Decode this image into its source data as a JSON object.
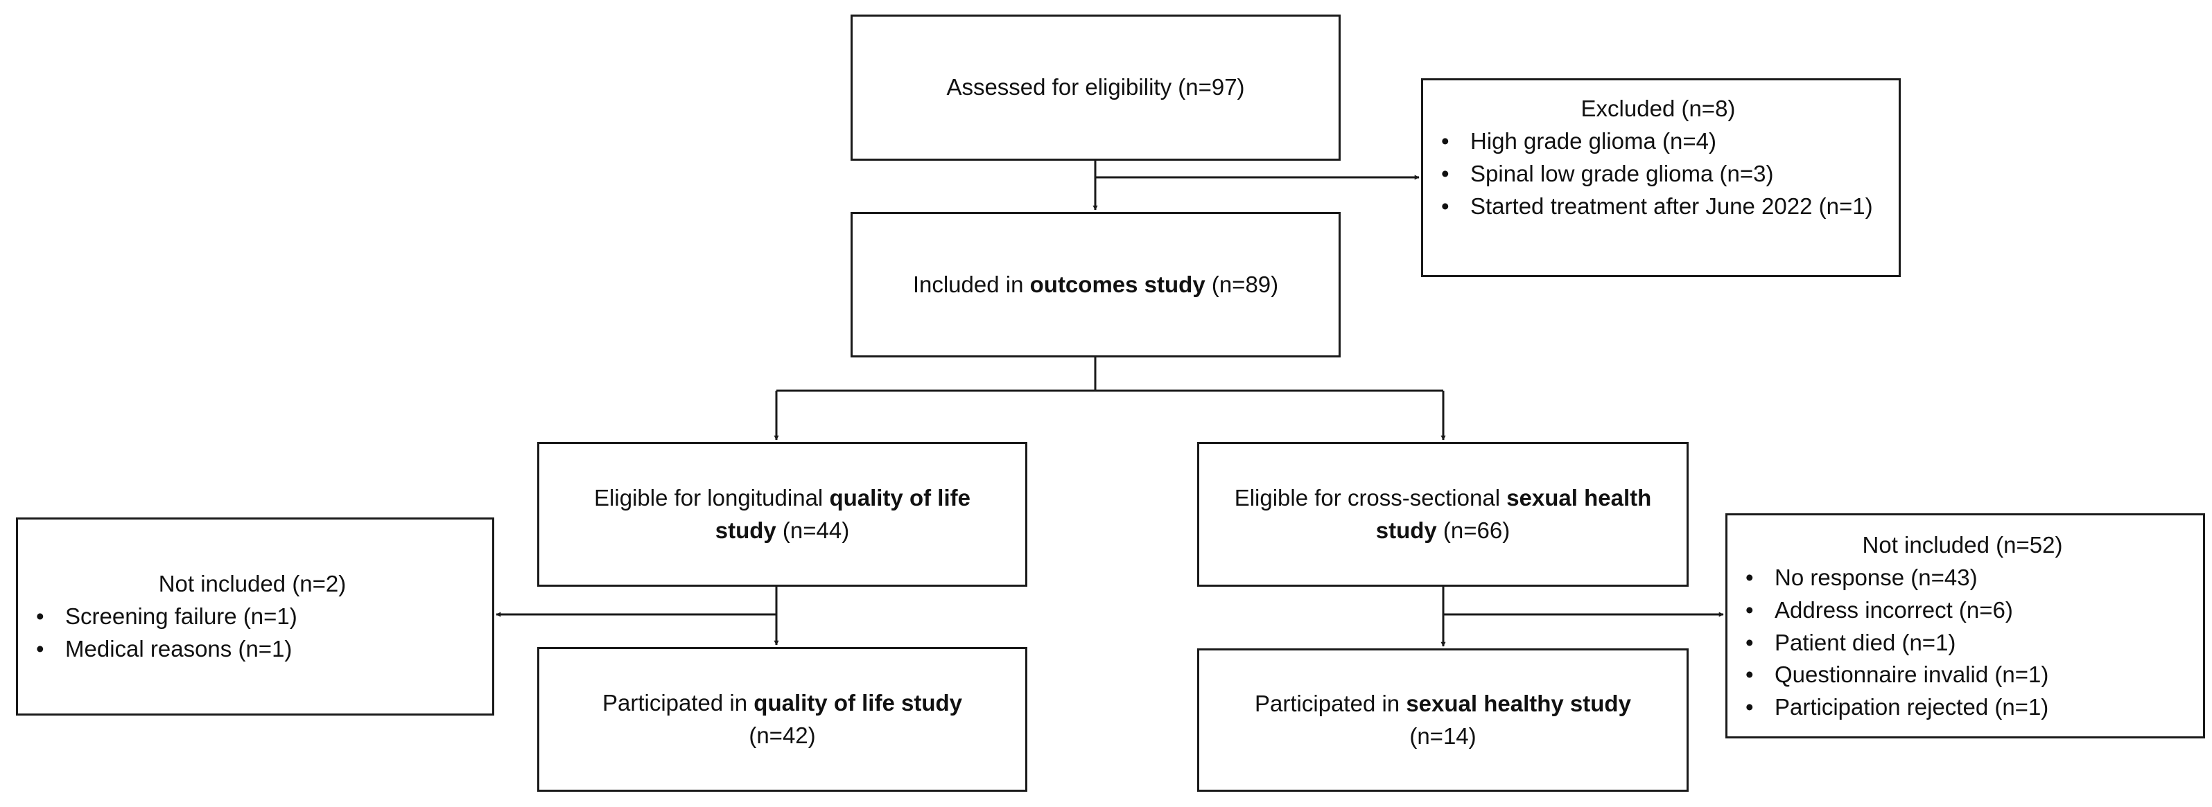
{
  "assessed": {
    "text": "Assessed for eligibility (n=97)"
  },
  "excluded": {
    "title": "Excluded (n=8)",
    "items": [
      "High grade glioma (n=4)",
      "Spinal low grade glioma (n=3)",
      "Started treatment after June 2022 (n=1)"
    ]
  },
  "outcomes": {
    "pre": "Included in ",
    "bold": "outcomes study",
    "post": " (n=89)"
  },
  "qol_eligible": {
    "pre": "Eligible for longitudinal ",
    "bold1": "quality of life",
    "bold2": "study",
    "post": " (n=44)"
  },
  "sh_eligible": {
    "pre": "Eligible for cross-sectional ",
    "bold1": "sexual health",
    "bold2": "study",
    "post": " (n=66)"
  },
  "qol_not_included": {
    "title": "Not included (n=2)",
    "items": [
      "Screening failure (n=1)",
      "Medical reasons (n=1)"
    ]
  },
  "sh_not_included": {
    "title": "Not included (n=52)",
    "items": [
      "No response (n=43)",
      "Address incorrect (n=6)",
      "Patient died (n=1)",
      "Questionnaire invalid (n=1)",
      "Participation rejected (n=1)"
    ]
  },
  "qol_participated": {
    "pre": "Participated in ",
    "bold": "quality of life study",
    "count": "(n=42)"
  },
  "sh_participated": {
    "pre": "Participated in ",
    "bold": "sexual healthy study",
    "count": "(n=14)"
  }
}
